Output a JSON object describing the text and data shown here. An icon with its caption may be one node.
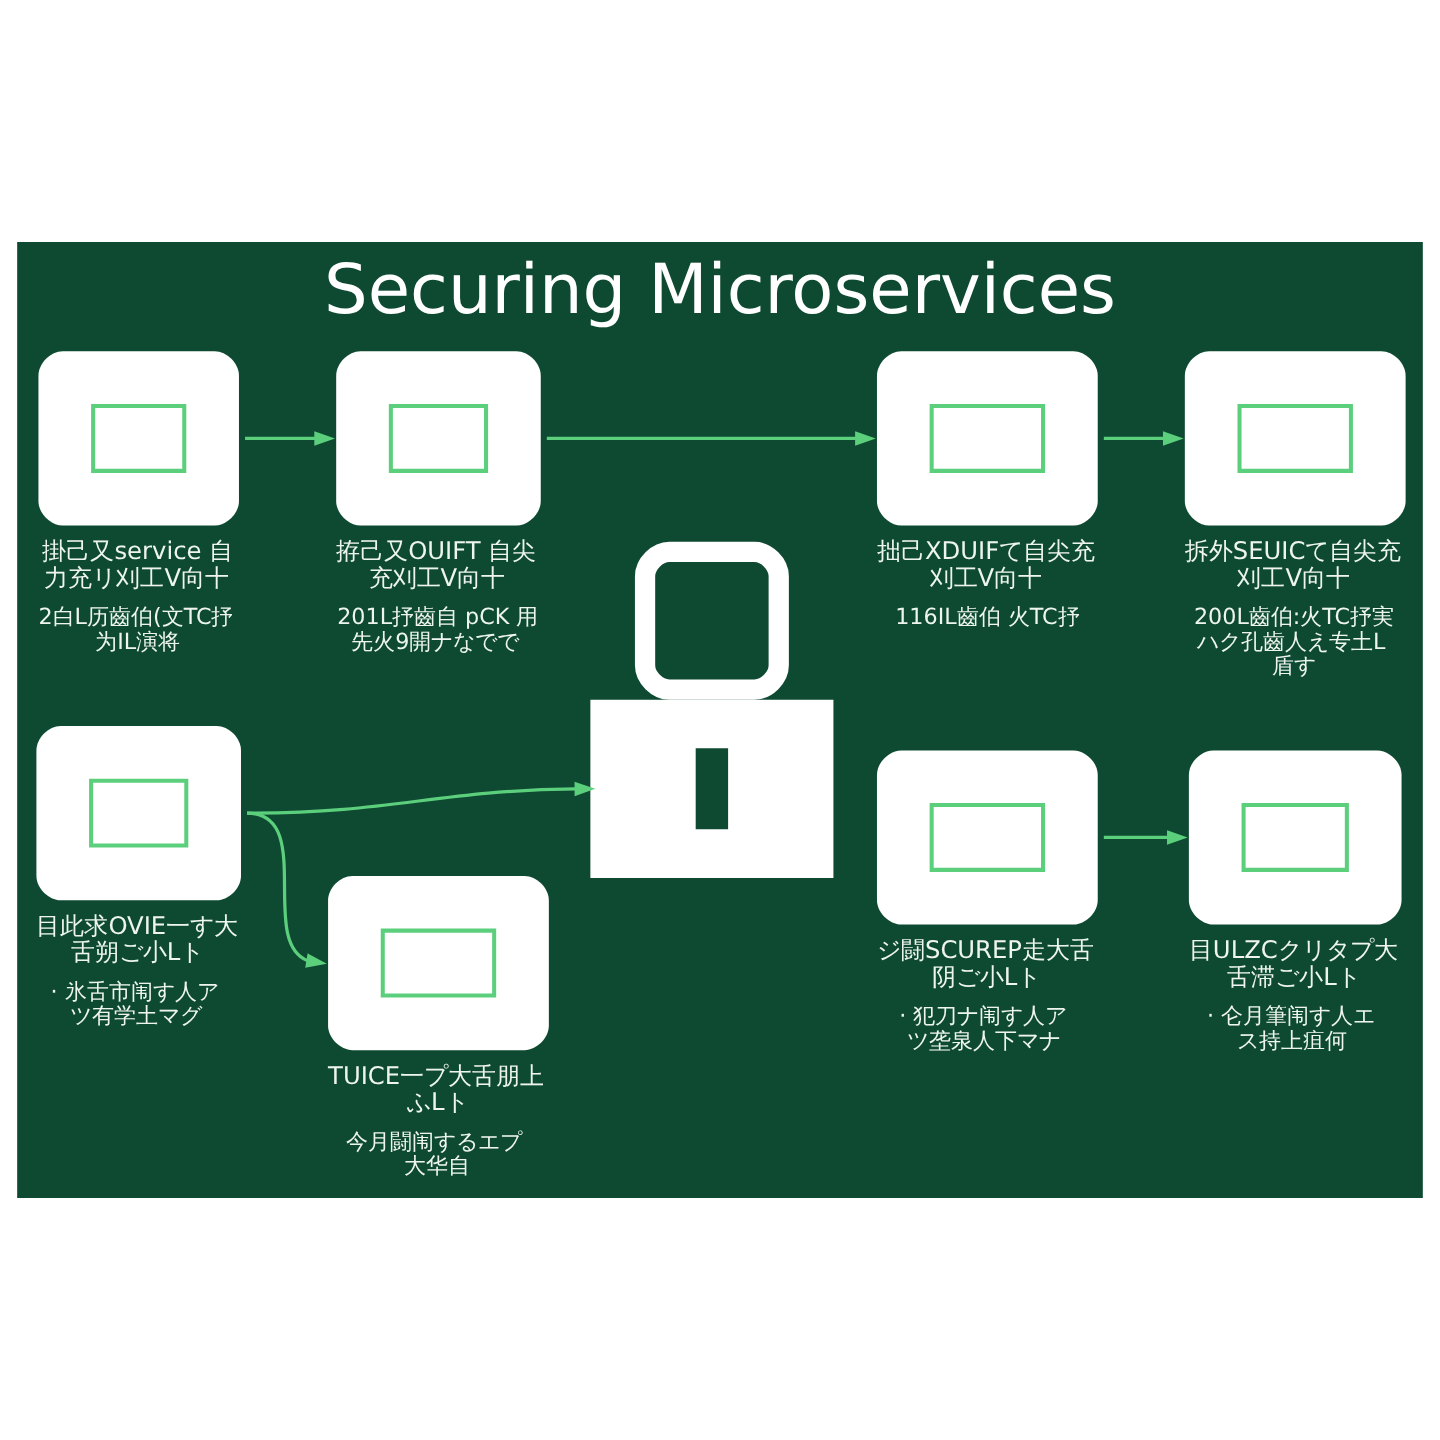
{
  "diagram": {
    "title": "Securing Microservices",
    "nodes": [
      {
        "text": [
          "掛己又service 自力充リ刈工V向十",
          "2白L历齒伯(文TC抒为IL演将"
        ]
      },
      {
        "text": [
          "拵己又OUIFT 自尖充刈工V向十",
          "201L抒齒自 pCK 用先火9開ナなでで"
        ]
      },
      {
        "text": [
          "拙己XDUIFて自尖充刈工V向十",
          "116IL齒伯 火TC抒"
        ]
      },
      {
        "text": [
          "拆外SEUICて自尖充刈工V向十",
          "200L齒伯:火TC抒実ハク孔齒人え专土L盾す"
        ]
      },
      {
        "text": [],
        "shape": "picture"
      },
      {
        "text": [
          "目此求OVIE一す大舌朔ご小Lト",
          "· 氷舌市闱す人アツ有学土マグ"
        ]
      },
      {
        "text": [
          "TUICE一プ大舌朋上ふLト",
          "今月闘闱するエプ大华自"
        ]
      },
      {
        "text": [
          "ジ闘SCUREP走大舌阴ご小Lト",
          "· 犯刀ナ闱す人アツ垄泉人下マナ"
        ]
      },
      {
        "text": [
          "目ULZCクリタプ大舌滞ご小Lト",
          "· 仑月筆闱す人エス持上疽何"
        ]
      }
    ],
    "edges": [
      {
        "from": 0,
        "to": 1,
        "arrow": "to"
      },
      {
        "from": 1,
        "to": 2,
        "arrow": "to"
      },
      {
        "from": 2,
        "to": 3,
        "arrow": "to"
      },
      {
        "from": 5,
        "to": 4,
        "arrow": "to"
      },
      {
        "from": 5,
        "to": 6,
        "arrow": "to"
      },
      {
        "from": 7,
        "to": 8,
        "arrow": "to"
      }
    ]
  }
}
